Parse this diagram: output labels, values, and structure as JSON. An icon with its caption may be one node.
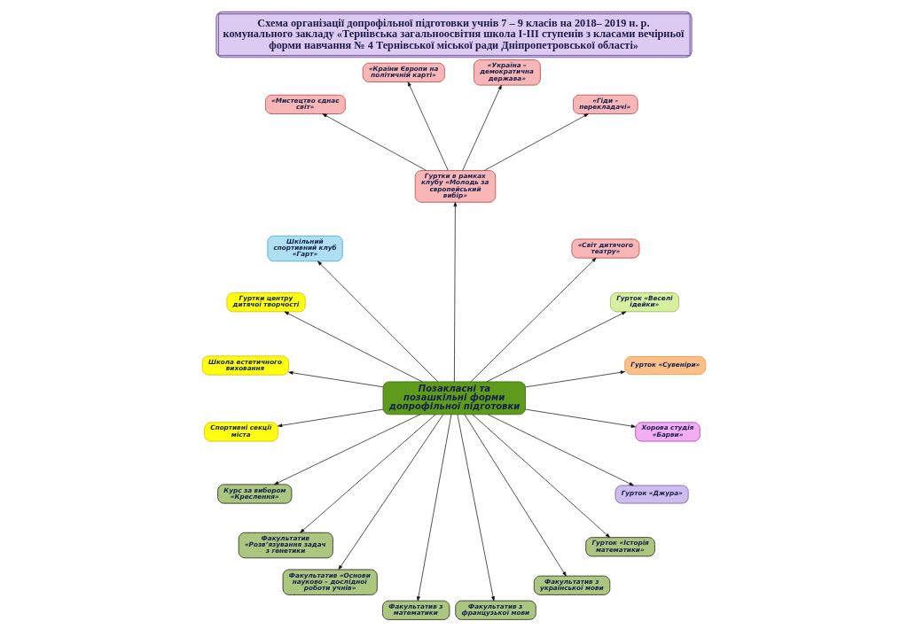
{
  "diagram": {
    "title": "Схема організації допрофільної підготовки учнів 7 – 9 класів на 2018– 2019 н. р. комунального закладу «Тернівська загальноосвітня школа І-ІІІ ступенів з класами вечірньої форми навчання № 4 Тернівської міської ради Дніпропетровської області»",
    "nodes": [
      {
        "text": [
          "«Країни Європи на політичній карті»"
        ]
      },
      {
        "text": [
          "«Україна – демократична держава»"
        ]
      },
      {
        "text": [
          "«Гіди – перекладачі»"
        ]
      },
      {
        "text": [
          "«Мистецтво єднає світ»"
        ]
      },
      {
        "text": [
          "Гуртки в рамках клубу «Молодь за європейський вибір»"
        ]
      },
      {
        "text": [
          "«Світ дитячого театру»"
        ]
      },
      {
        "text": [
          "Гурток «Веселі ідейки»"
        ]
      },
      {
        "text": [
          "Гурток «Сувеніри»"
        ]
      },
      {
        "text": [
          "Хорова студія «Барви»"
        ]
      },
      {
        "text": [
          "Шкільний спортивний клуб «Гарт»"
        ]
      },
      {
        "text": [
          "Гурток «Джура»"
        ]
      },
      {
        "text": [
          "Позакласні та позашкільні форми допрофільної підготовки"
        ]
      },
      {
        "text": [
          "Гуртки центру дитячої творчості"
        ]
      },
      {
        "text": [
          "Гурток «Історія математики»"
        ]
      },
      {
        "text": [
          "Школа естетичного виховання"
        ]
      },
      {
        "text": [
          "Факультатив з української мови"
        ]
      },
      {
        "text": [
          "Спортивні секції міста"
        ]
      },
      {
        "text": [
          "Факультатив з французької мови"
        ]
      },
      {
        "text": [
          "Курс за вибором «Креслення»"
        ]
      },
      {
        "text": [
          "Факультатив «Розв’язування задач з генетики"
        ]
      },
      {
        "text": [
          "Факультатив «Основи науково – дослідної роботи учнів»"
        ]
      },
      {
        "text": [
          "Факультатив з математики"
        ]
      }
    ],
    "edges": [
      {
        "from": 11,
        "to": 4,
        "arrow": "to"
      },
      {
        "from": 4,
        "to": 0,
        "arrow": "to"
      },
      {
        "from": 4,
        "to": 1,
        "arrow": "to"
      },
      {
        "from": 4,
        "to": 2,
        "arrow": "to"
      },
      {
        "from": 4,
        "to": 3,
        "arrow": "to"
      },
      {
        "from": 11,
        "to": 5,
        "arrow": "to"
      },
      {
        "from": 11,
        "to": 6,
        "arrow": "to"
      },
      {
        "from": 11,
        "to": 7,
        "arrow": "to"
      },
      {
        "from": 11,
        "to": 8,
        "arrow": "to"
      },
      {
        "from": 11,
        "to": 10,
        "arrow": "to"
      },
      {
        "from": 11,
        "to": 13,
        "arrow": "to"
      },
      {
        "from": 11,
        "to": 15,
        "arrow": "to"
      },
      {
        "from": 11,
        "to": 17,
        "arrow": "to"
      },
      {
        "from": 11,
        "to": 21,
        "arrow": "to"
      },
      {
        "from": 11,
        "to": 20,
        "arrow": "to"
      },
      {
        "from": 11,
        "to": 19,
        "arrow": "to"
      },
      {
        "from": 11,
        "to": 18,
        "arrow": "to"
      },
      {
        "from": 11,
        "to": 16,
        "arrow": "to"
      },
      {
        "from": 11,
        "to": 14,
        "arrow": "to"
      },
      {
        "from": 11,
        "to": 12,
        "arrow": "to"
      },
      {
        "from": 11,
        "to": 9,
        "arrow": "to"
      }
    ]
  }
}
